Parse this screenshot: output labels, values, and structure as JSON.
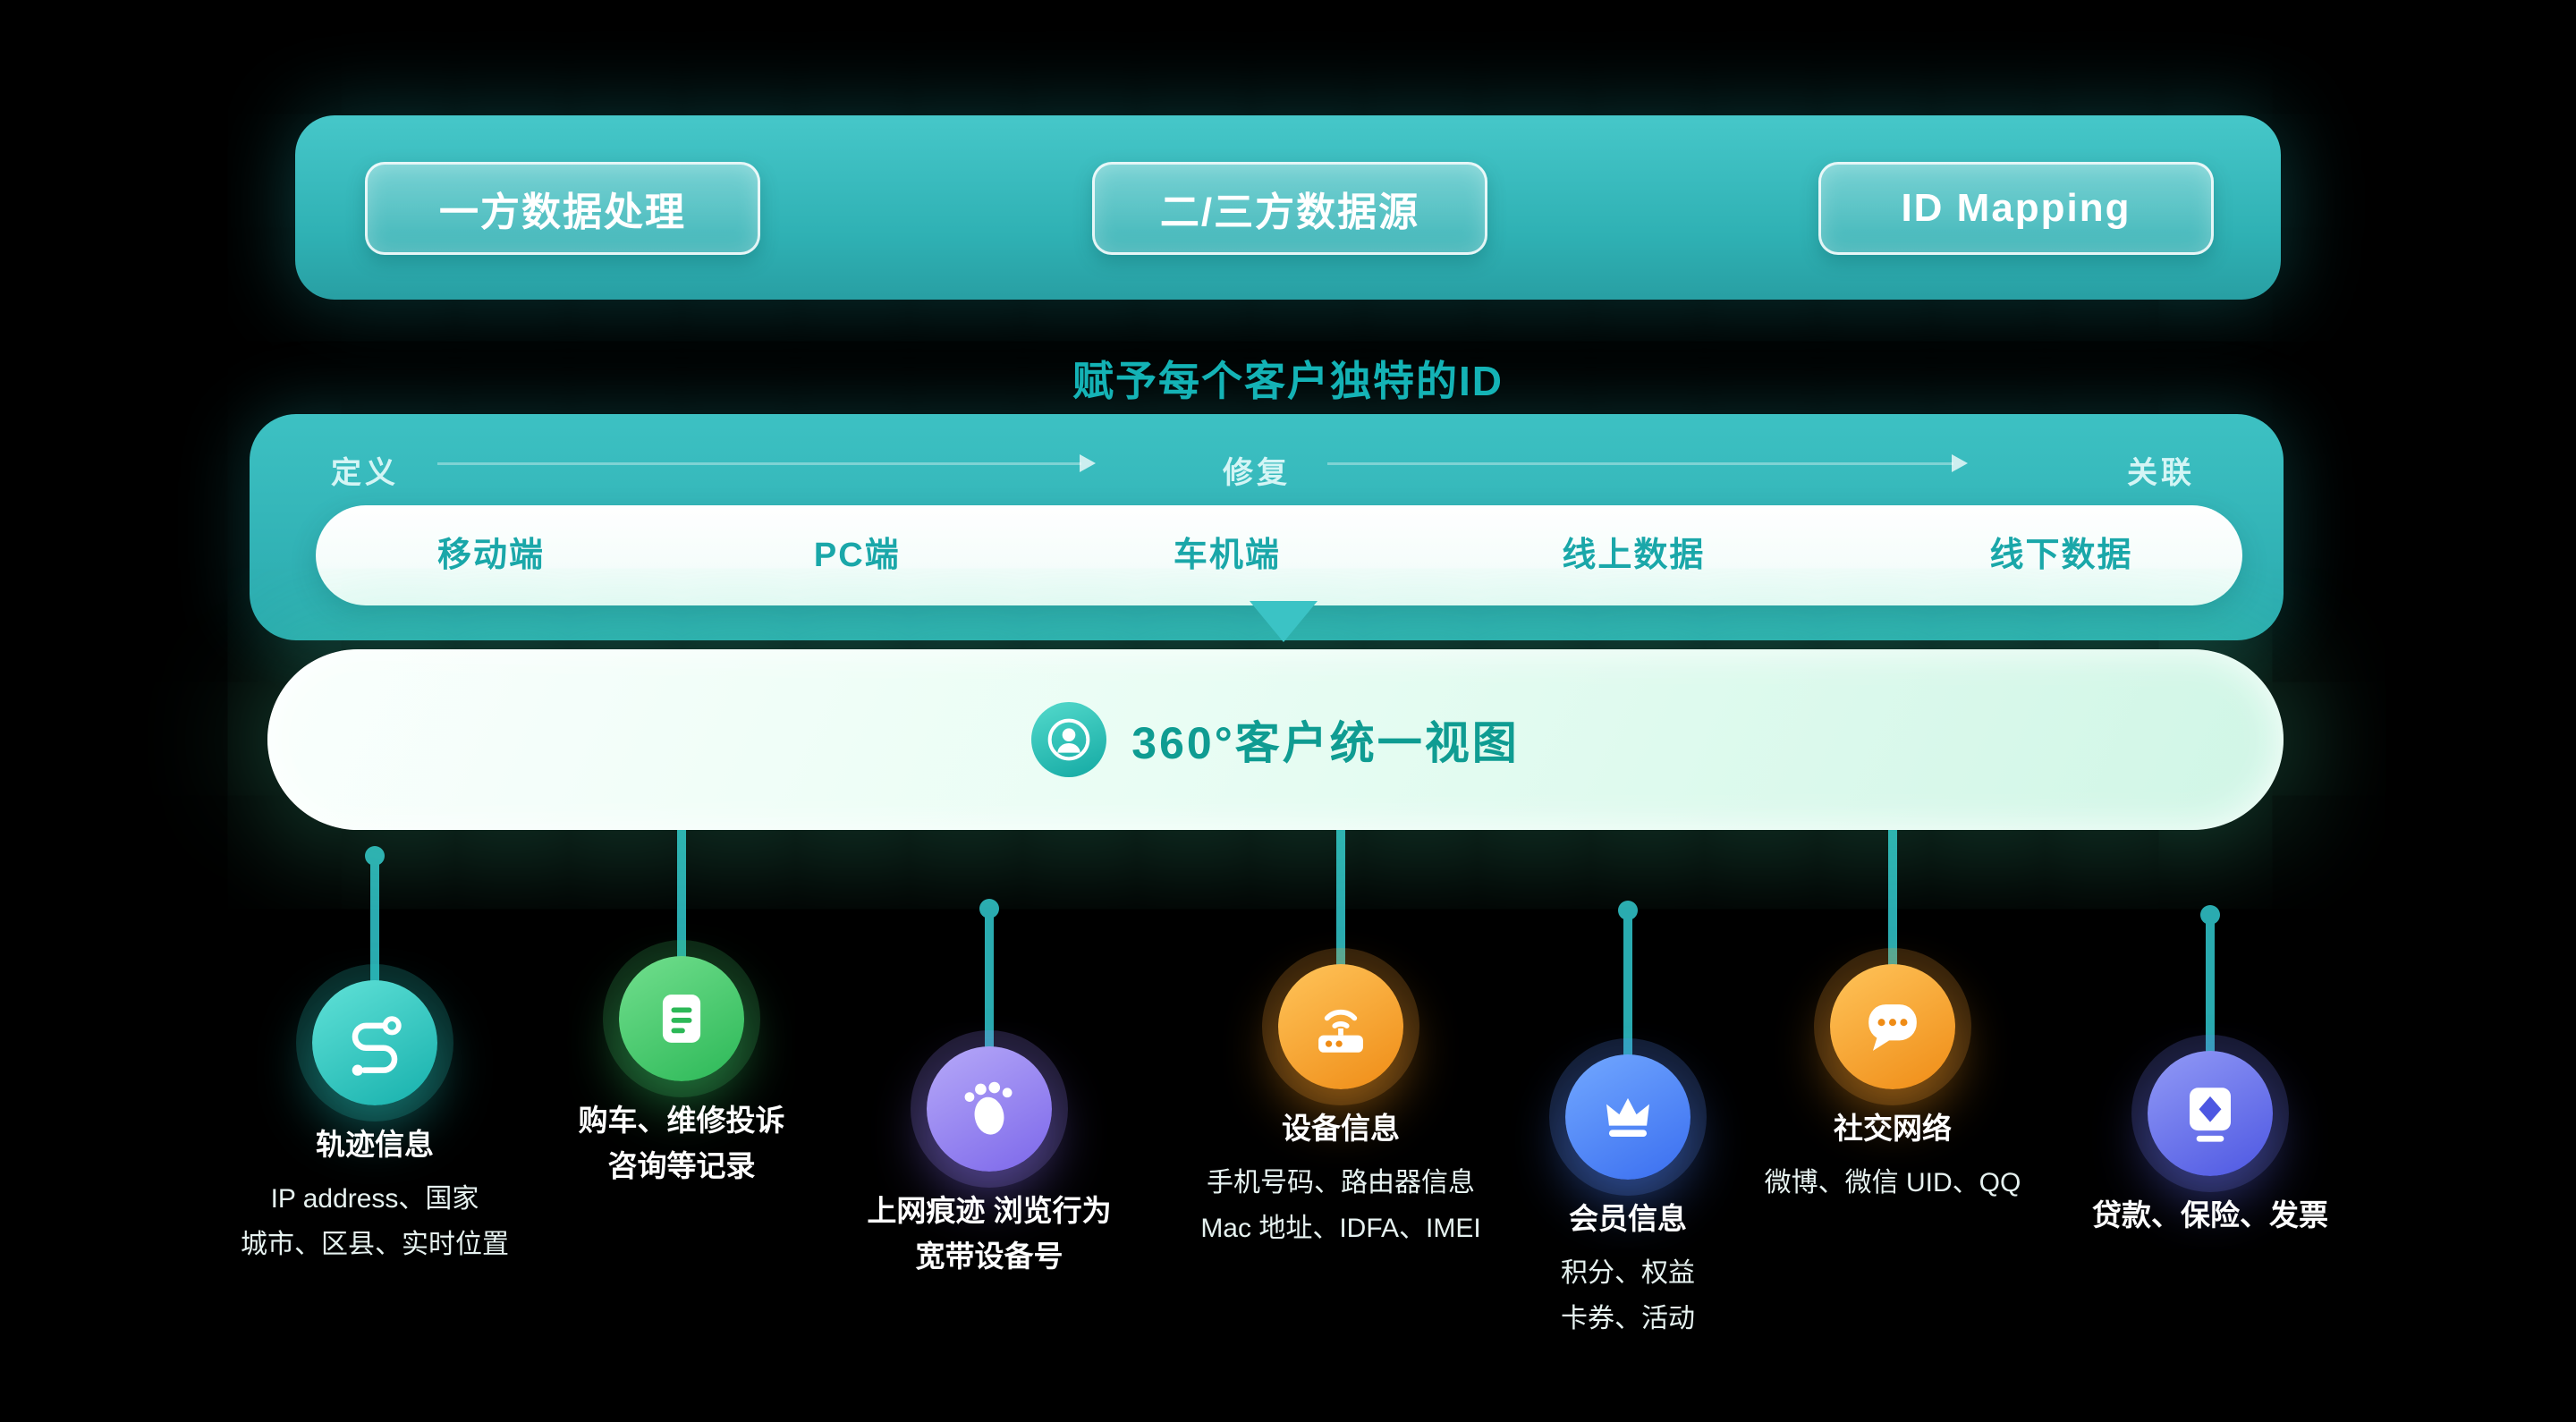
{
  "colors": {
    "background": "#000000",
    "teal_primary": "#2fb1b4",
    "heading_text": "#14b3b6",
    "channel_text": "#1aa7a9",
    "unified_text": "#0f9c92",
    "connector": "#2aabb0"
  },
  "top_banner": {
    "buttons": [
      {
        "label": "一方数据处理"
      },
      {
        "label": "二/三方数据源"
      },
      {
        "label": "ID Mapping"
      }
    ]
  },
  "heading": "赋予每个客户独特的ID",
  "pipeline": {
    "stages": [
      {
        "label": "定义"
      },
      {
        "label": "修复"
      },
      {
        "label": "关联"
      }
    ],
    "channels": [
      {
        "label": "移动端"
      },
      {
        "label": "PC端"
      },
      {
        "label": "车机端"
      },
      {
        "label": "线上数据"
      },
      {
        "label": "线下数据"
      }
    ]
  },
  "unified_view": {
    "icon": "user-circle-icon",
    "label": "360°客户统一视图"
  },
  "sources": [
    {
      "icon": "route-icon",
      "color": "#16b0ac",
      "titles": [
        "轨迹信息"
      ],
      "details": [
        "IP address、国家",
        "城市、区县、实时位置"
      ]
    },
    {
      "icon": "document-icon",
      "color": "#2cb857",
      "titles": [
        "购车、维修投诉",
        "咨询等记录"
      ],
      "details": []
    },
    {
      "icon": "footprint-icon",
      "color": "#7c67ea",
      "titles": [
        "上网痕迹 浏览行为",
        "宽带设备号"
      ],
      "details": []
    },
    {
      "icon": "router-icon",
      "color": "#ef8c16",
      "titles": [
        "设备信息"
      ],
      "details": [
        "手机号码、路由器信息",
        "Mac 地址、IDFA、IMEI"
      ]
    },
    {
      "icon": "crown-icon",
      "color": "#3a6ef0",
      "titles": [
        "会员信息"
      ],
      "details": [
        "积分、权益",
        "卡券、活动"
      ]
    },
    {
      "icon": "chat-icon",
      "color": "#ef8c16",
      "titles": [
        "社交网络"
      ],
      "details": [
        "微博、微信 UID、QQ"
      ]
    },
    {
      "icon": "invoice-icon",
      "color": "#4d57e2",
      "titles": [
        "贷款、保险、发票"
      ],
      "details": []
    }
  ]
}
